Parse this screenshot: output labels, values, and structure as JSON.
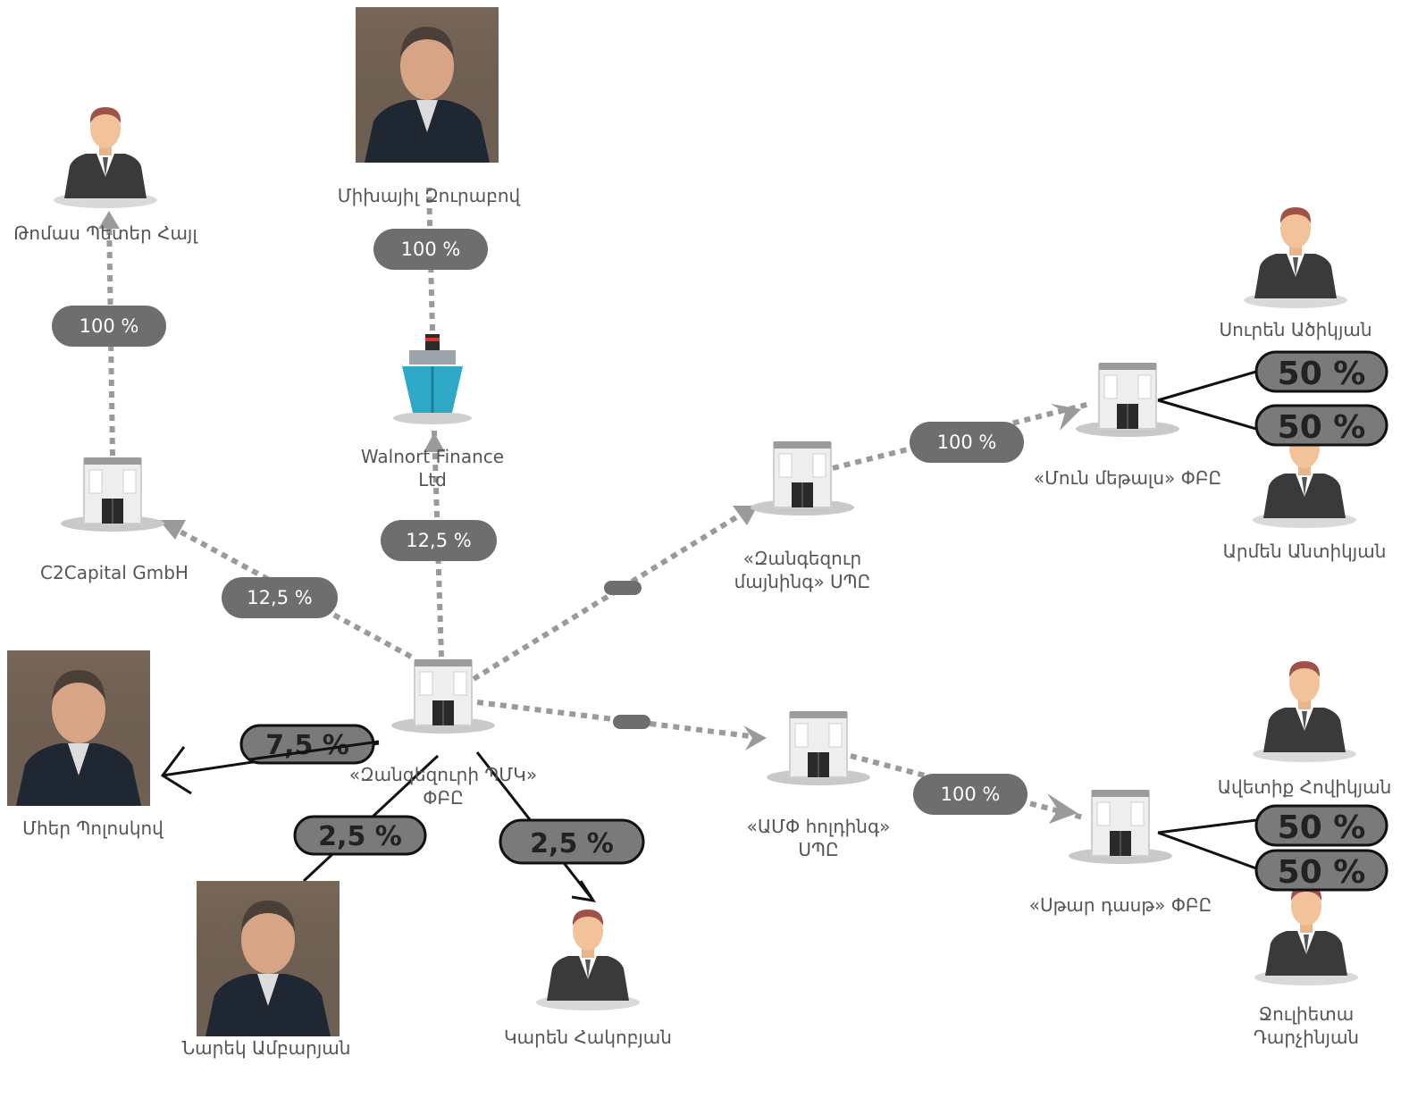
{
  "persons": {
    "toma": "Թոմաս Պետեր Հայլ",
    "zurabov": "Միխայիլ Զուրաբով",
    "suren": "Սուրեն Ածիկյան",
    "armen": "Արմեն Անտիկյան",
    "avetik": "Ավետիք Հովիկյան",
    "zhulieta": [
      "Ջուլիետա",
      "Դարչինյան"
    ],
    "mher": "Մհեր Պոլոսկով",
    "narek": "Նարեկ Ամբարյան",
    "karen": "Կարեն Հակոբյան"
  },
  "companies": {
    "c2capital": "C2Capital GmbH",
    "walnort": [
      "Walnort Finance",
      "Ltd"
    ],
    "main": [
      "«Զանգեզուրի ՊՄԿ»",
      "ՓԲԸ"
    ],
    "mining": [
      "«Զանգեզուր",
      "մայնինգ» ՍՊԸ"
    ],
    "amf": [
      "«ԱՄՓ հոլդինգ»",
      "ՍՊԸ"
    ],
    "mun": "«Մուն մեթալս» ՓԲԸ",
    "star": "«Սթար դասթ» ՓԲԸ"
  },
  "shares": {
    "toma_c2": "100 %",
    "zurabov_walnort": "100 %",
    "c2_main": "12,5 %",
    "walnort_main": "12,5 %",
    "mining_mun": "100 %",
    "amf_star": "100 %",
    "mun_suren": "50 %",
    "mun_armen": "50 %",
    "star_avetik": "50 %",
    "star_zhulieta": "50 %",
    "mher_main": "7,5 %",
    "narek_main": "2,5 %",
    "karen_main": "2,5 %"
  },
  "colors": {
    "pill_gray": "#6e6e6e",
    "edge_gray": "#9a9a9a",
    "building": "#e8e8e8",
    "ship": "#2fa8c8"
  },
  "icons": [
    "person-icon",
    "building-icon",
    "ship-icon",
    "photo-portrait"
  ]
}
